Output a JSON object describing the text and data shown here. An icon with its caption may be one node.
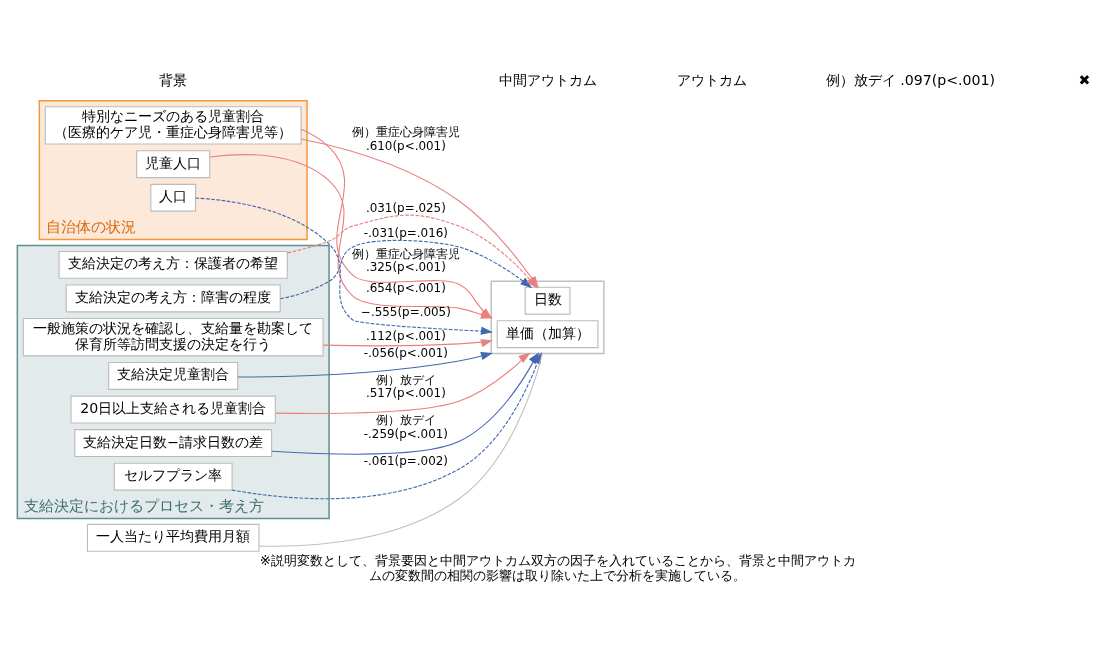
{
  "diagram": {
    "caption": "※説明変数として、背景要因と中間アウトカム双方の因子を入れていることから、背景と中間アウトカムの変数間の相関の影響は取り除いた上で分析を実施している。",
    "nodes": [
      {
        "text": [
          "自治体の状況"
        ]
      },
      {
        "text": [
          "児童人口"
        ],
        "in": 0
      },
      {
        "text": [
          "特別なニーズのある児童割合",
          "（医療的ケア児・重症心身障害児等）"
        ],
        "in": 0
      },
      {
        "text": [
          "人口"
        ],
        "in": 0
      },
      {
        "text": [
          "支給決定におけるプロセス・考え方"
        ]
      },
      {
        "text": [
          "支給決定の考え方：障害の程度"
        ],
        "in": 4
      },
      {
        "text": [
          "支給決定の考え方：保護者の希望"
        ],
        "in": 4
      },
      {
        "text": [
          "セルフプラン率"
        ],
        "in": 4
      },
      {
        "text": [
          "一般施策の状況を確認し、支給量を勘案して保育所等訪問支援の決定を行う"
        ],
        "in": 4
      },
      {
        "text": [
          "支給決定児童割合"
        ],
        "in": 4
      },
      {
        "text": [
          "20日以上支給される児童割合"
        ],
        "in": 4
      },
      {
        "text": [
          "支給決定日数−請求日数の差"
        ],
        "in": 4
      },
      {
        "text": [
          "一人当たり平均費用月額"
        ]
      },
      {
        "text": [],
        "shape": "box"
      },
      {
        "text": [
          "単価（加算）"
        ],
        "in": 13
      },
      {
        "text": [
          "日数"
        ],
        "in": 13
      }
    ],
    "edges": [
      {
        "from": 12,
        "to": 13,
        "arrow": "none",
        "color": "#c0c0c0"
      },
      {
        "from": 1,
        "to": 13,
        "arrow": "to",
        "label": ".654(p<.001)",
        "color": "#e88080"
      },
      {
        "from": 2,
        "to": 13,
        "arrow": "to",
        "label": "例）重症心身障害児 .325(p<.001)",
        "color": "#e88080"
      },
      {
        "from": 2,
        "to": 15,
        "arrow": "to",
        "label": "例）重症心身障害児 .610(p<.001)",
        "color": "#e88080"
      },
      {
        "from": 3,
        "to": 13,
        "arrow": "to",
        "label": "−.555(p=.005)",
        "style": "dashed",
        "color": "#4468b0"
      },
      {
        "from": 5,
        "to": 15,
        "arrow": "to",
        "label": "-.031(p=.016)",
        "style": "dashed",
        "color": "#4468b0"
      },
      {
        "from": 6,
        "to": 15,
        "arrow": "to",
        "label": ".031(p=.025)",
        "style": "dashed",
        "color": "#e88080"
      },
      {
        "from": 7,
        "to": 13,
        "arrow": "to",
        "label": "-.061(p=.002)",
        "style": "dashed",
        "color": "#4468b0"
      },
      {
        "from": 8,
        "to": 13,
        "arrow": "to",
        "label": ".112(p<.001)",
        "color": "#e88080"
      },
      {
        "from": 9,
        "to": 13,
        "arrow": "to",
        "label": "-.056(p<.001)",
        "color": "#4468b0"
      },
      {
        "from": 10,
        "to": 13,
        "arrow": "to",
        "label": "例）放デイ .517(p<.001)",
        "color": "#e88080"
      },
      {
        "from": 11,
        "to": 13,
        "arrow": "to",
        "label": "例）放デイ -.259(p<.001)",
        "color": "#4468b0"
      }
    ],
    "labels": [
      "背景",
      "中間アウトカム",
      "アウトカム",
      "例）放デイ .097(p<.001)",
      "✖"
    ]
  }
}
